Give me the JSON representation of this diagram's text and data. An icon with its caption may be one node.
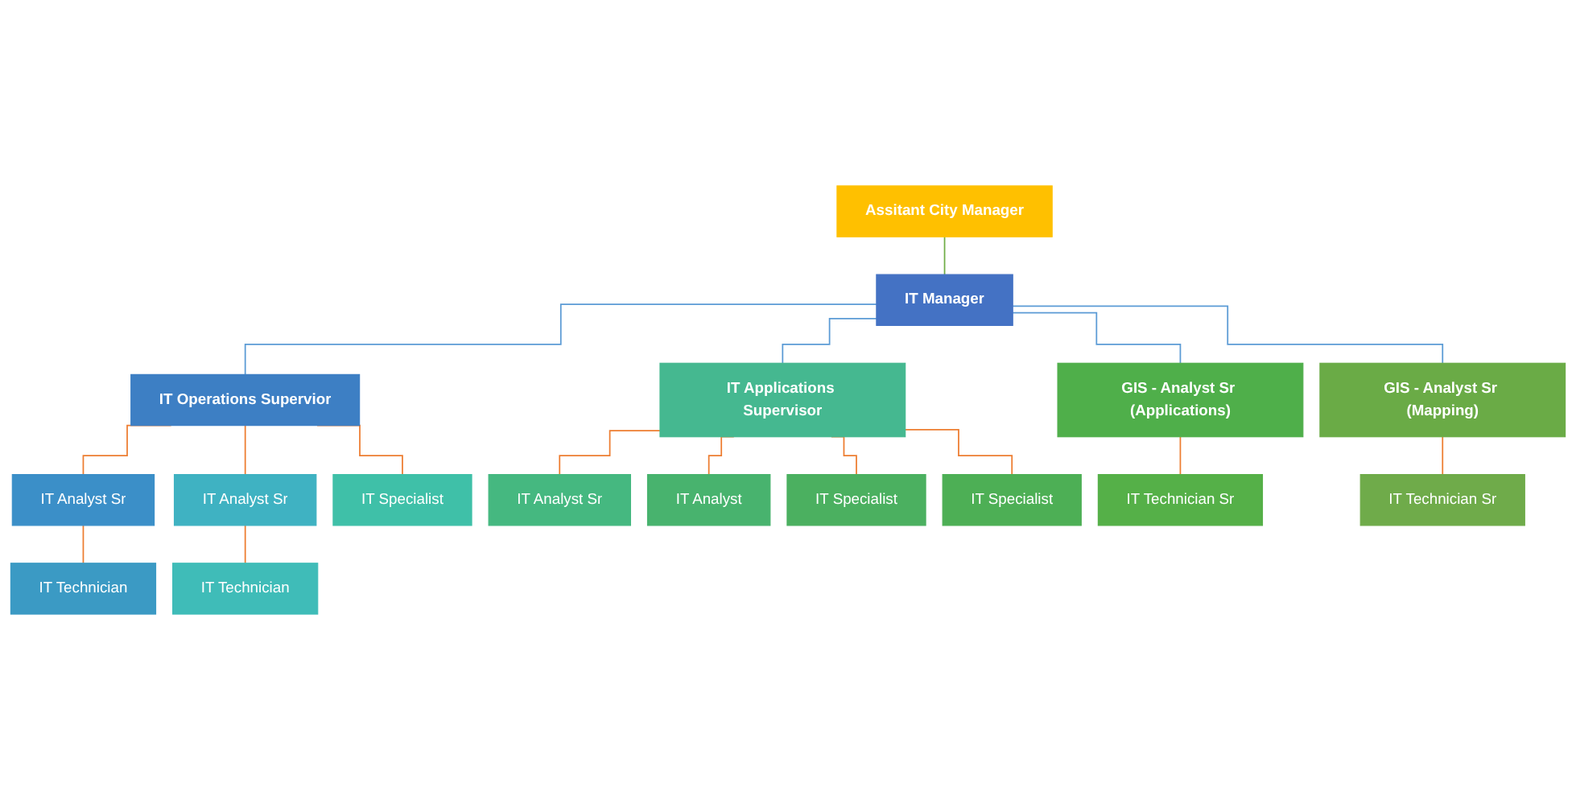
{
  "diagram": {
    "nodes": [
      {
        "text": [
          "Assitant City Manager"
        ]
      },
      {
        "text": [
          "IT Manager"
        ]
      },
      {
        "text": [
          "IT Operations Supervior"
        ]
      },
      {
        "text": [
          "IT Applications Supervisor"
        ]
      },
      {
        "text": [
          "GIS - Analyst Sr (Applications)"
        ]
      },
      {
        "text": [
          "GIS - Analyst Sr (Mapping)"
        ]
      },
      {
        "text": [
          "IT Analyst Sr"
        ]
      },
      {
        "text": [
          "IT Technician"
        ]
      },
      {
        "text": [
          "IT Analyst Sr"
        ]
      },
      {
        "text": [
          "IT Technician"
        ]
      },
      {
        "text": [
          "IT Specialist"
        ]
      },
      {
        "text": [
          "IT Analyst Sr"
        ]
      },
      {
        "text": [
          "IT Analyst"
        ]
      },
      {
        "text": [
          "IT Specialist"
        ]
      },
      {
        "text": [
          "IT Specialist"
        ]
      },
      {
        "text": [
          "IT Technician Sr"
        ]
      },
      {
        "text": [
          "IT Technician Sr"
        ]
      }
    ],
    "edges": [
      {
        "from": 0,
        "to": 1,
        "arrow": "none",
        "color": "#70ad47"
      },
      {
        "from": 1,
        "to": 2,
        "arrow": "none",
        "color": "#5b9bd5"
      },
      {
        "from": 1,
        "to": 3,
        "arrow": "none",
        "color": "#5b9bd5"
      },
      {
        "from": 1,
        "to": 4,
        "arrow": "none",
        "color": "#5b9bd5"
      },
      {
        "from": 1,
        "to": 5,
        "arrow": "none",
        "color": "#5b9bd5"
      },
      {
        "from": 2,
        "to": 6,
        "arrow": "none"
      },
      {
        "from": 6,
        "to": 7,
        "arrow": "none"
      },
      {
        "from": 2,
        "to": 8,
        "arrow": "none"
      },
      {
        "from": 8,
        "to": 9,
        "arrow": "none"
      },
      {
        "from": 2,
        "to": 10,
        "arrow": "none"
      },
      {
        "from": 3,
        "to": 11,
        "arrow": "none"
      },
      {
        "from": 3,
        "to": 12,
        "arrow": "none"
      },
      {
        "from": 3,
        "to": 13,
        "arrow": "none"
      },
      {
        "from": 3,
        "to": 14,
        "arrow": "none"
      },
      {
        "from": 4,
        "to": 15,
        "arrow": "none"
      },
      {
        "from": 5,
        "to": 16,
        "arrow": "none"
      }
    ]
  }
}
